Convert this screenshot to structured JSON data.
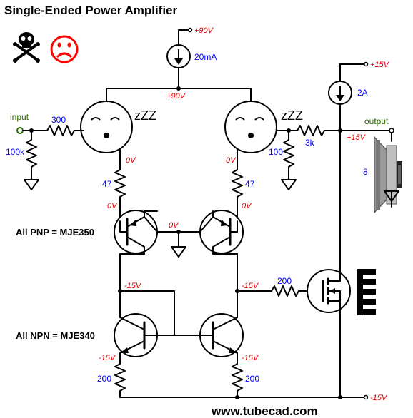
{
  "title": "Single-Ended Power Amplifier",
  "website": "www.tubecad.com",
  "icons": {
    "skull": "skull-crossbones-icon",
    "sad_face": "sad-face-icon"
  },
  "colors": {
    "voltage": "#e00000",
    "component": "#0000ff",
    "port": "#2a6a00",
    "sad_face": "#ff0000"
  },
  "rails": {
    "plus90": "+90V",
    "plus15": "+15V",
    "minus15": "-15V"
  },
  "sources": {
    "tube_current": "20mA",
    "output_current": "2A"
  },
  "ports": {
    "input": "input",
    "output": "output"
  },
  "resistors": {
    "input_series": "300",
    "input_shunt": "100k",
    "fb_series": "3k",
    "fb_shunt": "100",
    "left_cathode": "47",
    "right_cathode": "47",
    "gate": "200",
    "left_emitter": "200",
    "right_emitter": "200"
  },
  "speaker": "8",
  "nodes": {
    "plate_v": "+90V",
    "left_cathode_v": "0V",
    "right_cathode_v": "0V",
    "left_base_v": "0V",
    "right_base_v": "0V",
    "pnp_mid_v": "0V",
    "out_v": "+15V",
    "npn_left_v": "-15V",
    "npn_right_v": "-15V",
    "emit_left_v": "-15V",
    "emit_right_v": "-15V"
  },
  "notes": {
    "pnp": "All PNP = MJE350",
    "npn": "All NPN = MJE340"
  },
  "sleep": "zZZ"
}
